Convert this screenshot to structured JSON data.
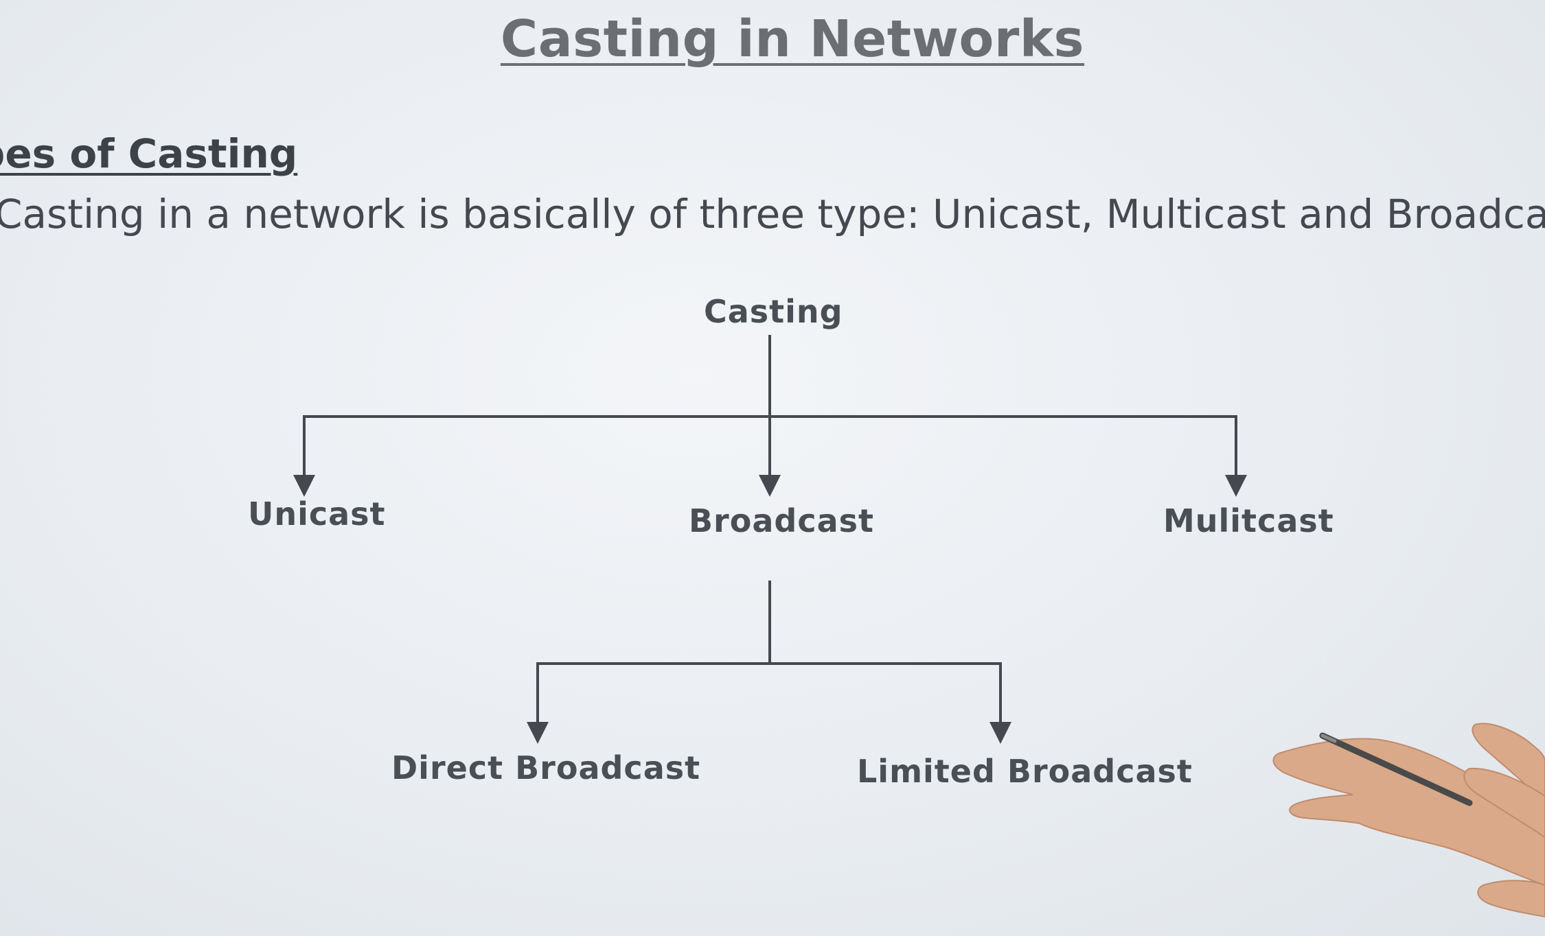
{
  "slide": {
    "title": "Casting in Networks",
    "section_heading": "ypes of Casting",
    "intro": "Casting in a network is basically of three type: Unicast, Multicast and Broadca"
  },
  "tree": {
    "root": "Casting",
    "level1": [
      "Unicast",
      "Broadcast",
      "Mulitcast"
    ],
    "level2": [
      "Direct Broadcast",
      "Limited Broadcast"
    ]
  },
  "colors": {
    "background": "#eceff3",
    "line": "#45494f",
    "text": "#4a4f55"
  }
}
